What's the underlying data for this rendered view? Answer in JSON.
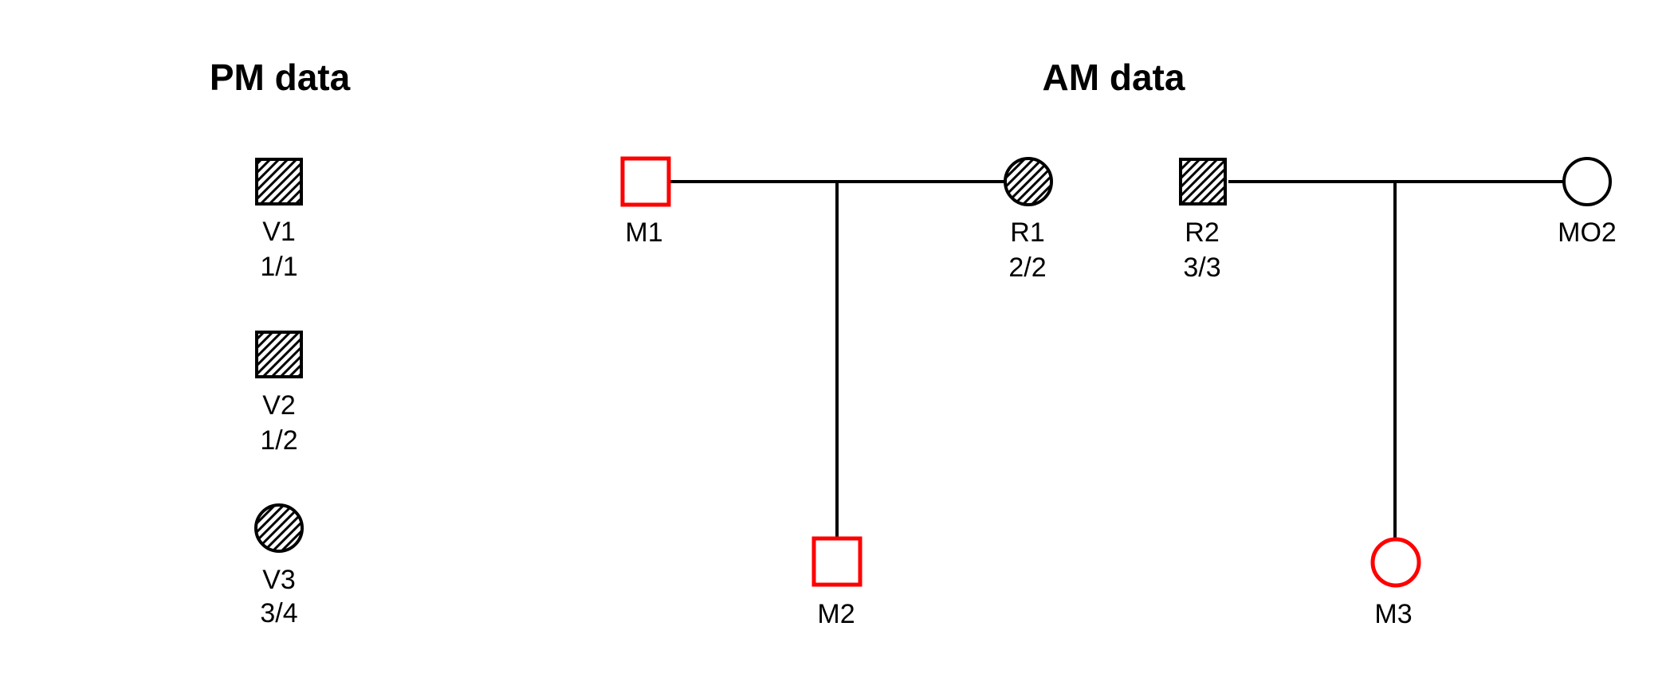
{
  "figure": {
    "background": "#ffffff"
  },
  "colors": {
    "match_highlight": "#ff0000",
    "reference_outline": "#000000",
    "background": "#ffffff"
  },
  "pm_panel": {
    "title": "PM data",
    "legend_items": [
      {
        "id": "V1",
        "genotype": "1/1",
        "shape": "square",
        "fill": "hatched"
      },
      {
        "id": "V2",
        "genotype": "1/2",
        "shape": "square",
        "fill": "hatched"
      },
      {
        "id": "V3",
        "genotype": "3/4",
        "shape": "circle",
        "fill": "hatched"
      }
    ]
  },
  "am_panel": {
    "title": "AM data",
    "families": [
      {
        "father": {
          "id": "M1",
          "shape": "square",
          "outline": "red",
          "fill": "none"
        },
        "mother": {
          "id": "R1",
          "genotype": "2/2",
          "shape": "circle",
          "outline": "black",
          "fill": "hatched"
        },
        "child": {
          "id": "M2",
          "shape": "square",
          "outline": "red",
          "fill": "none"
        }
      },
      {
        "father": {
          "id": "R2",
          "genotype": "3/3",
          "shape": "square",
          "outline": "black",
          "fill": "hatched"
        },
        "mother": {
          "id": "MO2",
          "shape": "circle",
          "outline": "black",
          "fill": "none"
        },
        "child": {
          "id": "M3",
          "shape": "circle",
          "outline": "red",
          "fill": "none"
        }
      }
    ]
  }
}
